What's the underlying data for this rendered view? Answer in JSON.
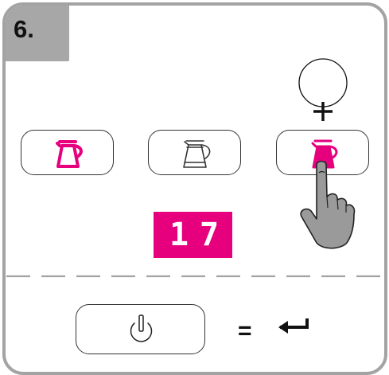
{
  "step": {
    "number": "6."
  },
  "buttons": [
    {
      "icon": "filled-carafe-icon",
      "state": "magenta-outline"
    },
    {
      "icon": "empty-carafe-icon",
      "state": "neutral"
    },
    {
      "icon": "full-carafe-icon",
      "state": "pressed"
    }
  ],
  "display": {
    "digit_1": "1",
    "digit_2": "7"
  },
  "hint": {
    "icon": "circle-icon",
    "plus_icon": "plus-icon"
  },
  "footer": {
    "power_icon": "power-icon",
    "equals": "=",
    "arrow_icon": "enter-arrow-icon"
  },
  "colors": {
    "accent": "#e6007e",
    "frame": "#a3a3a3",
    "tab": "#a7a7a7"
  }
}
